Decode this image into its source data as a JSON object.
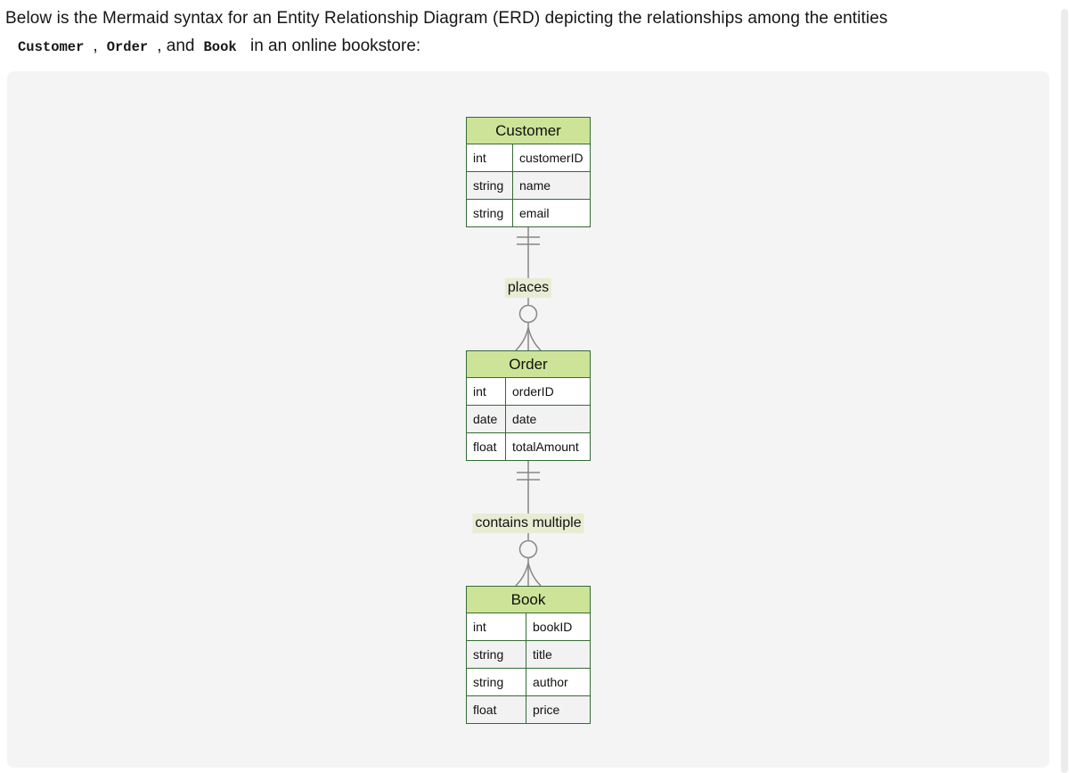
{
  "intro": {
    "line1": "Below is the Mermaid syntax for an Entity Relationship Diagram (ERD) depicting the relationships among the entities",
    "code_customer": "Customer",
    "comma1": ",",
    "code_order": "Order",
    "comma2": ", and",
    "code_book": "Book",
    "line2_tail": " in an online bookstore:"
  },
  "diagram": {
    "type": "entity-relationship",
    "entities": [
      {
        "name": "Customer",
        "attributes": [
          {
            "type": "int",
            "name": "customerID"
          },
          {
            "type": "string",
            "name": "name"
          },
          {
            "type": "string",
            "name": "email"
          }
        ]
      },
      {
        "name": "Order",
        "attributes": [
          {
            "type": "int",
            "name": "orderID"
          },
          {
            "type": "date",
            "name": "date"
          },
          {
            "type": "float",
            "name": "totalAmount"
          }
        ]
      },
      {
        "name": "Book",
        "attributes": [
          {
            "type": "int",
            "name": "bookID"
          },
          {
            "type": "string",
            "name": "title"
          },
          {
            "type": "string",
            "name": "author"
          },
          {
            "type": "float",
            "name": "price"
          }
        ]
      }
    ],
    "relationships": [
      {
        "label": "places",
        "from": "Customer",
        "to": "Order",
        "from_cardinality": "exactly-one",
        "to_cardinality": "zero-or-many"
      },
      {
        "label": "contains multiple",
        "from": "Order",
        "to": "Book",
        "from_cardinality": "exactly-one",
        "to_cardinality": "zero-or-many"
      }
    ],
    "colors": {
      "entity_header_fill": "#cde498",
      "entity_border": "#356b35",
      "row_odd_fill": "#ffffff",
      "row_even_fill": "#f2f2f2",
      "line_color": "#878787",
      "label_background": "#e8ecd3",
      "panel_background": "#f4f4f5"
    }
  }
}
